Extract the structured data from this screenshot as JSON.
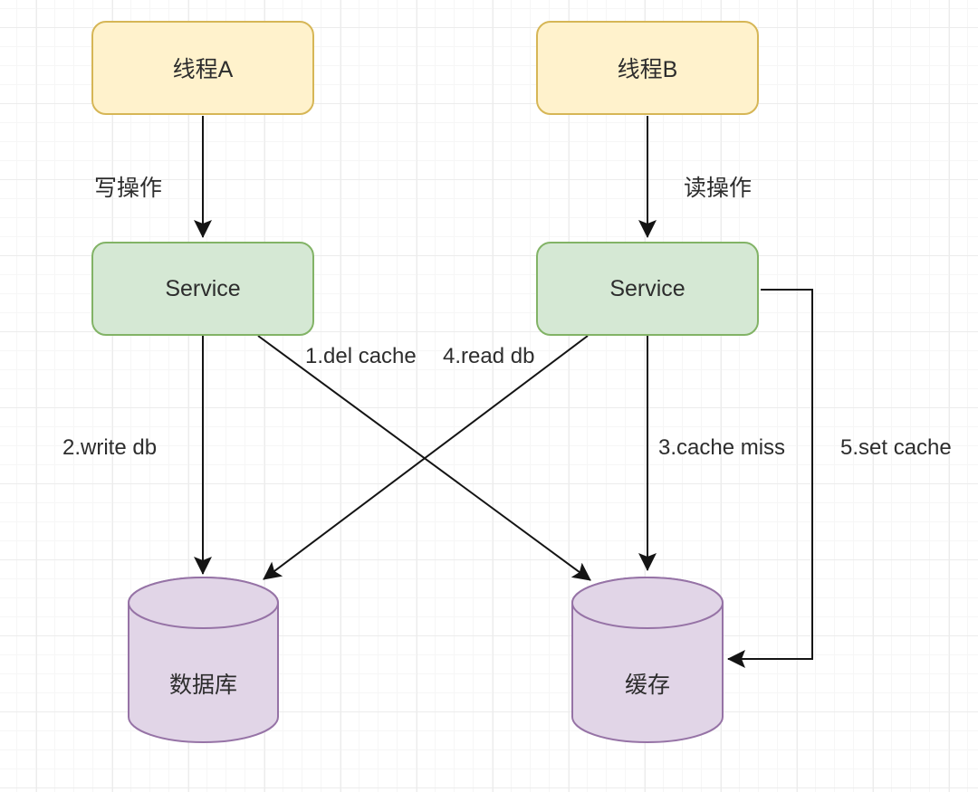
{
  "diagram": {
    "title": "cache-db read/write consistency flow",
    "nodes": {
      "thread_a": {
        "label": "线程A",
        "type": "rounded-box",
        "color": "yellow"
      },
      "thread_b": {
        "label": "线程B",
        "type": "rounded-box",
        "color": "yellow"
      },
      "service_a": {
        "label": "Service",
        "type": "rounded-box",
        "color": "green"
      },
      "service_b": {
        "label": "Service",
        "type": "rounded-box",
        "color": "green"
      },
      "database": {
        "label": "数据库",
        "type": "cylinder",
        "color": "purple"
      },
      "cache": {
        "label": "缓存",
        "type": "cylinder",
        "color": "purple"
      }
    },
    "edges": [
      {
        "from": "thread_a",
        "to": "service_a",
        "label": "写操作",
        "style": "straight"
      },
      {
        "from": "thread_b",
        "to": "service_b",
        "label": "读操作",
        "style": "straight"
      },
      {
        "from": "service_a",
        "to": "cache",
        "label": "1.del cache",
        "style": "diagonal"
      },
      {
        "from": "service_a",
        "to": "database",
        "label": "2.write db",
        "style": "straight"
      },
      {
        "from": "service_b",
        "to": "cache",
        "label": "3.cache miss",
        "style": "straight"
      },
      {
        "from": "service_b",
        "to": "database",
        "label": "4.read db",
        "style": "diagonal"
      },
      {
        "from": "service_b",
        "to": "cache",
        "label": "5.set cache",
        "style": "orthogonal"
      }
    ],
    "colors": {
      "thread_fill": "#fff2cc",
      "thread_border": "#d6b656",
      "service_fill": "#d5e8d4",
      "service_border": "#82b366",
      "store_fill": "#e1d5e7",
      "store_border": "#9673a6",
      "arrow": "#141414",
      "text": "#2d2d2d"
    }
  }
}
